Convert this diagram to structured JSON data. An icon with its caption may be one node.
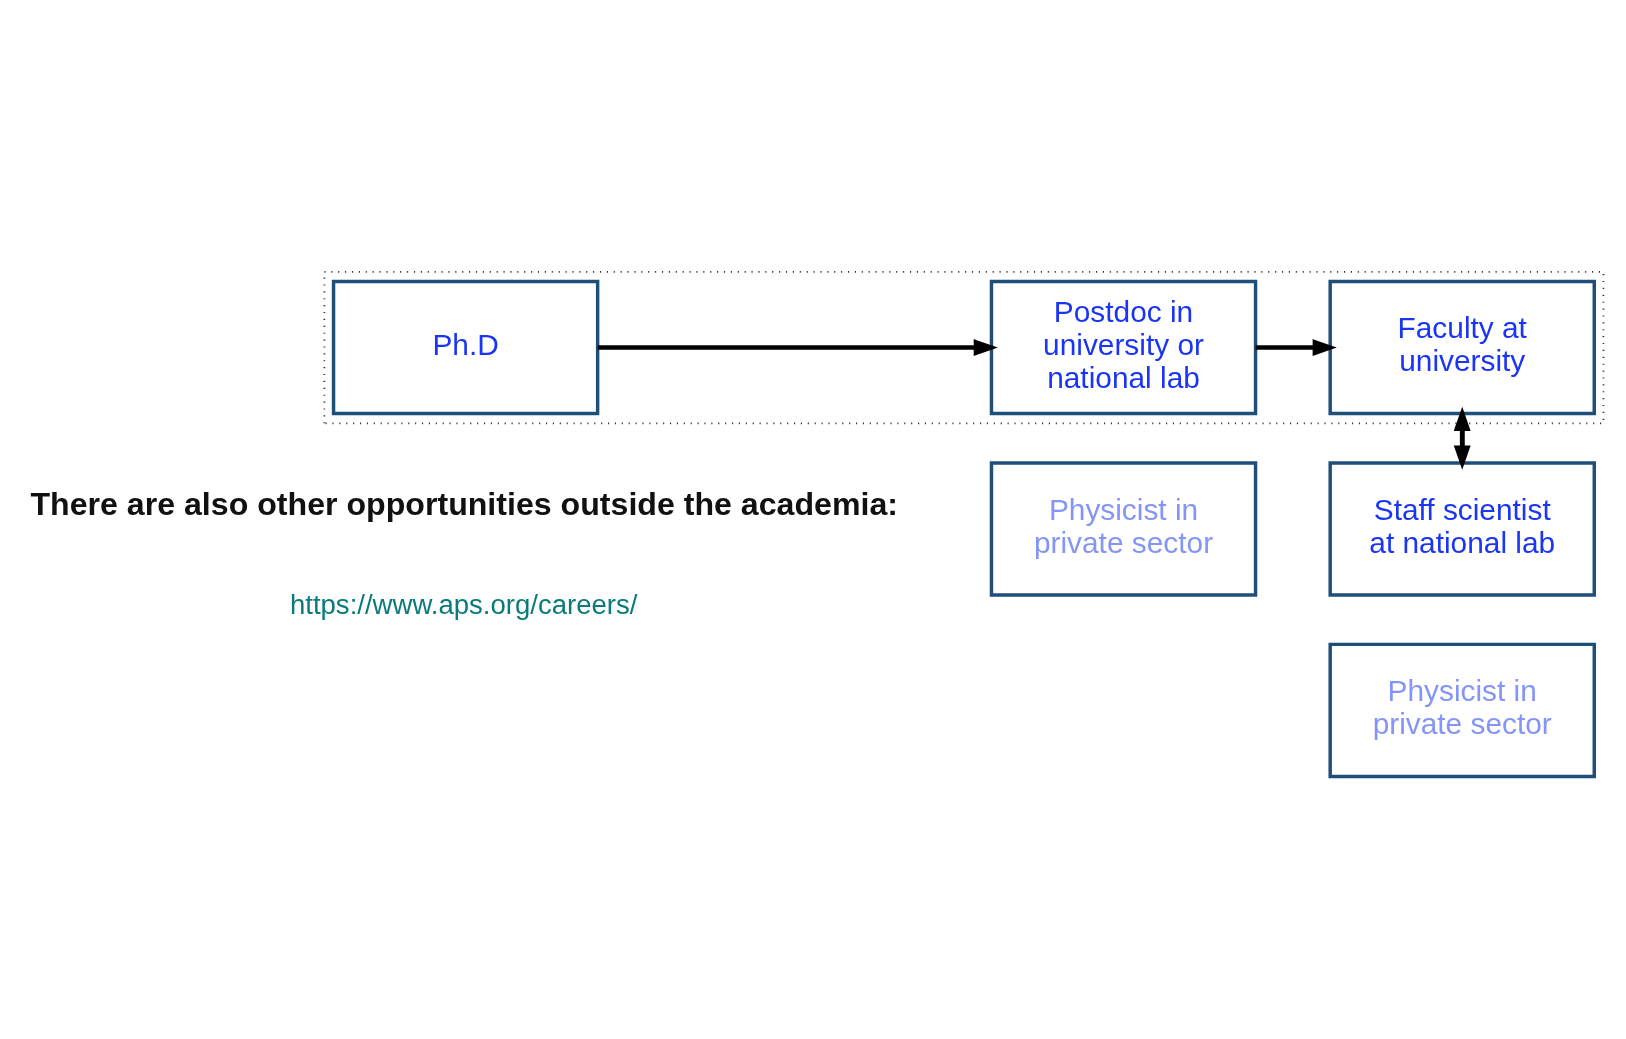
{
  "diagram": {
    "nodes": [
      {
        "text": [],
        "shape": "box"
      },
      {
        "text": [
          "Ph.D"
        ],
        "in": 0
      },
      {
        "text": [
          "Postdoc in university or national lab"
        ],
        "in": 0
      },
      {
        "text": [
          "Faculty at university"
        ],
        "in": 0
      },
      {
        "text": [
          "Physicist in private sector"
        ]
      },
      {
        "text": [
          "Staff scientist at national lab"
        ]
      },
      {
        "text": [
          "Physicist in private sector"
        ]
      }
    ],
    "edges": [
      {
        "from": 1,
        "to": 2,
        "arrow": "to"
      },
      {
        "from": 2,
        "to": 3,
        "arrow": "to"
      },
      {
        "from": 3,
        "to": 5,
        "arrow": "to"
      },
      {
        "from": 5,
        "to": 3,
        "arrow": "to"
      }
    ],
    "labels": [
      "There are also other opportunities outside the academia:",
      "https://www.aps.org/careers/"
    ]
  }
}
